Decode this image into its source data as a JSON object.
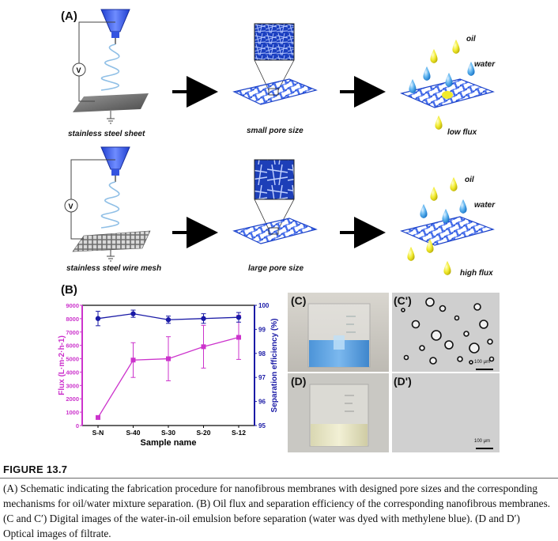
{
  "panelA": {
    "letter": "(A)",
    "row1": {
      "left_label": "stainless steel sheet",
      "mid_label": "small pore size",
      "right_labels": {
        "oil": "oil",
        "water": "water",
        "flux": "low flux"
      }
    },
    "row2": {
      "left_label": "stainless steel wire mesh",
      "mid_label": "large pore size",
      "right_labels": {
        "oil": "oil",
        "water": "water",
        "flux": "high flux"
      }
    },
    "voltage_symbol": "V"
  },
  "panelB": {
    "letter": "(B)"
  },
  "panelC": {
    "letter": "(C)"
  },
  "panelC2": {
    "letter": "(C')",
    "scalebar": "100 μm"
  },
  "panelD": {
    "letter": "(D)"
  },
  "panelD2": {
    "letter": "(D')",
    "scalebar": "100 μm"
  },
  "chart_data": {
    "type": "line",
    "categories": [
      "S-N",
      "S-40",
      "S-30",
      "S-20",
      "S-12"
    ],
    "xlabel": "Sample name",
    "ylabel_left": "Flux (L·m-2·h-1)",
    "ylabel_right": "Separation efficiency (%)",
    "y_left_lim": [
      0,
      9000
    ],
    "y_left_ticks": [
      "0",
      "1000",
      "2000",
      "3000",
      "4000",
      "5000",
      "6000",
      "7000",
      "8000",
      "9000"
    ],
    "y_right_lim": [
      95,
      100
    ],
    "y_right_ticks": [
      "95",
      "96",
      "97",
      "98",
      "99",
      "100"
    ],
    "series": [
      {
        "axis": "left",
        "color": "#cc33cc",
        "marker": "square",
        "values": [
          600,
          4900,
          5000,
          5900,
          6600
        ],
        "errors": [
          0,
          1300,
          1650,
          1600,
          1650
        ]
      },
      {
        "axis": "right",
        "color": "#1a1aa6",
        "marker": "circle",
        "values": [
          99.45,
          99.65,
          99.4,
          99.45,
          99.5
        ],
        "errors": [
          0.3,
          0.15,
          0.15,
          0.2,
          0.2
        ]
      }
    ],
    "axis_colors": {
      "left": "#cc33cc",
      "right": "#1a1aa6"
    }
  },
  "figure": {
    "title": "FIGURE 13.7",
    "caption": "(A) Schematic indicating the fabrication procedure for nanofibrous membranes with designed pore sizes and the corresponding mechanisms for oil/water mixture separation. (B) Oil flux and separation efficiency of the corresponding nanofibrous membranes. (C and C′) Digital images of the water-in-oil emulsion before separation (water was dyed with methylene blue). (D and D′) Optical images of filtrate."
  }
}
